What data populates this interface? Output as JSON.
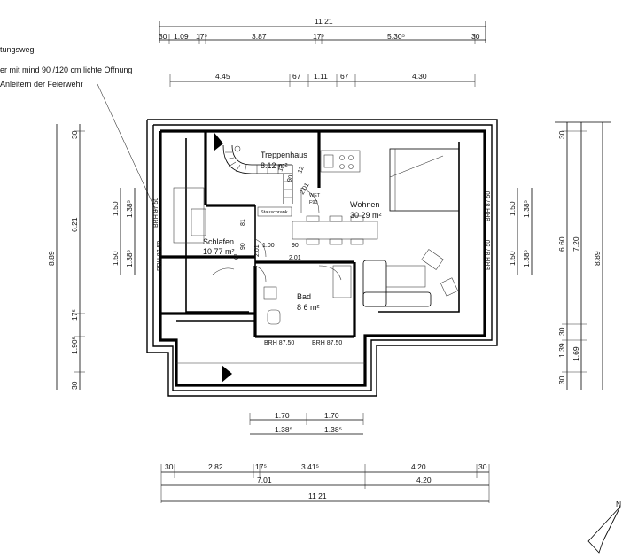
{
  "escape_note": {
    "line1": "tungsweg",
    "line2": "er mit mind  90 /120 cm lichte Öffnung",
    "line3": "Anleitern der Feierwehr"
  },
  "top_dims": {
    "overall": "11 21",
    "row1": [
      "30",
      "1.09",
      "17⁵",
      "3.87",
      "17⁵",
      "5.30⁵",
      "30"
    ],
    "row2": [
      "4.45",
      "67",
      "1.11",
      "67",
      "4.30"
    ]
  },
  "bottom_dims": {
    "row1": [
      "1.70",
      "1.70"
    ],
    "row2": [
      "1.38⁵",
      "1.38⁵"
    ],
    "row3": [
      "30",
      "2 82",
      "17⁵",
      "3.41⁵",
      "4.20",
      "30"
    ],
    "row4": [
      "7.01",
      "4.20"
    ],
    "overall": "11 21"
  },
  "left_dims": {
    "outer": "8.89",
    "mid": "6.21",
    "segments": [
      "30",
      "17⁵",
      "1.90⁵",
      "30"
    ],
    "windows": [
      "1.50",
      "1.38⁵",
      "1.50",
      "1.38⁵"
    ]
  },
  "right_dims": {
    "outer": "8.89",
    "mid": "7.20",
    "inner": "6.60",
    "segments": [
      "30",
      "30",
      "1.39",
      "1.69",
      "30"
    ],
    "windows": [
      "1.50",
      "1.38⁵",
      "1.50",
      "1.38⁵"
    ]
  },
  "rooms": {
    "treppenhaus": {
      "name": "Treppenhaus",
      "area": "8.12 m²"
    },
    "wohnen": {
      "name": "Wohnen",
      "area": "30 29 m²"
    },
    "schlafen": {
      "name": "Schlafen",
      "area": "10 77 m²"
    },
    "bad": {
      "name": "Bad",
      "area": "8 6 m²"
    }
  },
  "plan_labels": {
    "brh": "BRH 87 50",
    "brh_bottom": "BRH 87.50",
    "stair_dims": [
      "12",
      "90",
      "12"
    ],
    "stair_201": "2.01",
    "door_wet": "WET",
    "door_f90": "F90",
    "storage": "Stauschrank",
    "door_dims": [
      "1.00",
      "90",
      "2.01",
      "81",
      "90",
      "6³"
    ]
  },
  "north_arrow": {
    "label": "N"
  }
}
